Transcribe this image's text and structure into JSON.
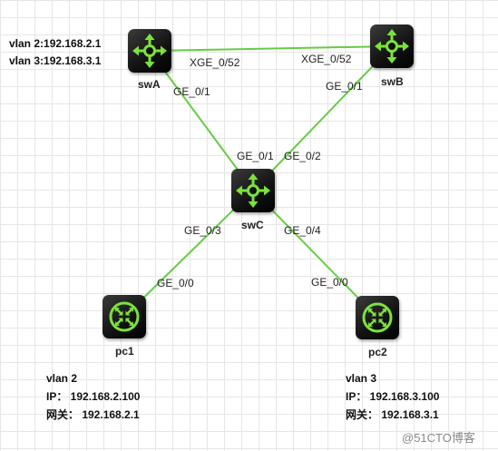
{
  "devices": {
    "swA": "swA",
    "swB": "swB",
    "swC": "swC",
    "pc1": "pc1",
    "pc2": "pc2"
  },
  "swA_vlans": {
    "vlan2": "vlan 2:192.168.2.1",
    "vlan3": "vlan 3:192.168.3.1"
  },
  "ports": {
    "swA_xge": "XGE_0/52",
    "swB_xge": "XGE_0/52",
    "swA_ge": "GE_0/1",
    "swB_ge": "GE_0/1",
    "swC_ge1": "GE_0/1",
    "swC_ge2": "GE_0/2",
    "swC_ge3": "GE_0/3",
    "swC_ge4": "GE_0/4",
    "pc1_ge": "GE_0/0",
    "pc2_ge": "GE_0/0"
  },
  "pc1_info": {
    "vlan": "vlan 2",
    "ip": "IP： 192.168.2.100",
    "gateway": "网关： 192.168.2.1"
  },
  "pc2_info": {
    "vlan": "vlan 3",
    "ip": "IP： 192.168.3.100",
    "gateway": "网关： 192.168.3.1"
  },
  "watermark": "@51CTO博客",
  "colors": {
    "link": "#66cc44",
    "icon": "#7ce23c",
    "device_body": "#1a1a1a"
  }
}
